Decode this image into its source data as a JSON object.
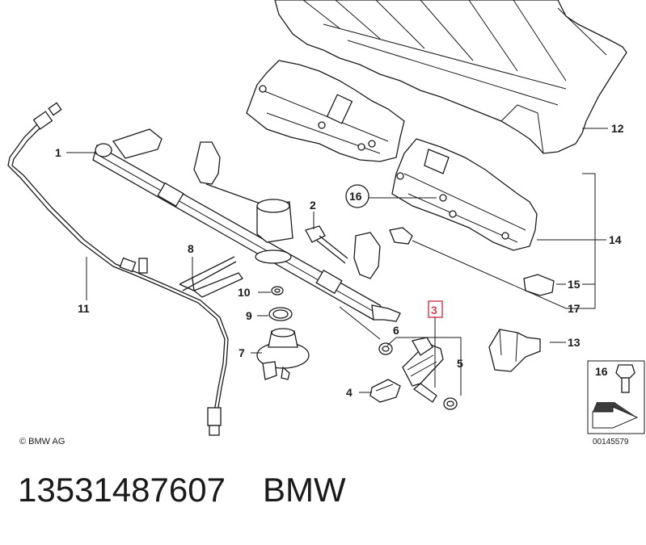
{
  "callouts": {
    "c1": "1",
    "c2": "2",
    "c3": "3",
    "c4": "4",
    "c5": "5",
    "c6": "6",
    "c7": "7",
    "c8": "8",
    "c9": "9",
    "c10": "10",
    "c11": "11",
    "c12": "12",
    "c13": "13",
    "c14": "14",
    "c15": "15",
    "c16": "16",
    "c17": "17",
    "ref16": "16"
  },
  "highlight_color": "#d0435a",
  "copyright": "© BMW AG",
  "diagram_code": "00145579",
  "caption": {
    "part_number": "13531487607",
    "brand": "BMW"
  }
}
